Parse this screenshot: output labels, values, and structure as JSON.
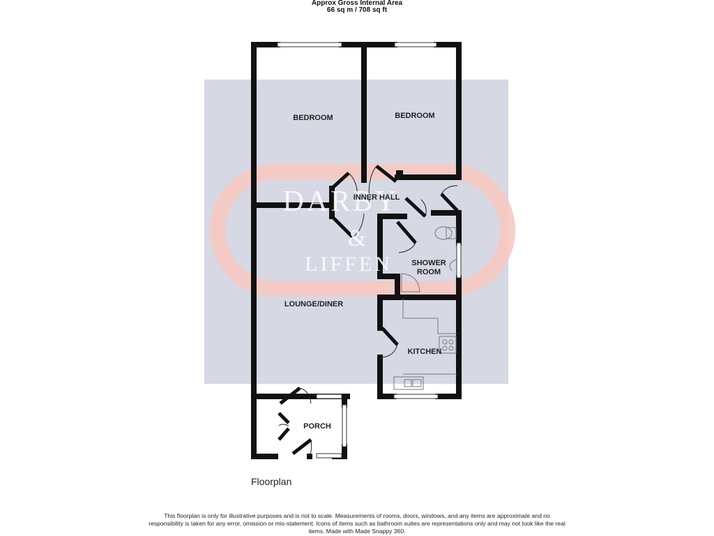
{
  "header": {
    "title": "Approx Gross Internal Area",
    "area": "66 sq m / 708 sq ft"
  },
  "rooms": [
    {
      "id": "bedroom-1",
      "label": "BEDROOM"
    },
    {
      "id": "bedroom-2",
      "label": "BEDROOM"
    },
    {
      "id": "inner-hall",
      "label": "INNER HALL"
    },
    {
      "id": "shower-room",
      "label_line1": "SHOWER",
      "label_line2": "ROOM"
    },
    {
      "id": "lounge-diner",
      "label": "LOUNGE/DINER"
    },
    {
      "id": "kitchen",
      "label": "KITCHEN"
    },
    {
      "id": "porch",
      "label": "PORCH"
    }
  ],
  "watermark": {
    "line1": "DARBY",
    "line2": "&",
    "line3": "LIFFEN",
    "colors": {
      "panel": "#d6d8e4",
      "ring": "#f7c9c0"
    }
  },
  "caption": "Floorplan",
  "footer": "This floorplan is only for illustrative purposes and is not to scale. Measurements of rooms, doors, windows, and any items are approximate and no responsibility is taken for any error, omission or mis-statement. Icons of items such as bathroom suites are representations only and may not look like the real items. Made with Made Snappy 360."
}
